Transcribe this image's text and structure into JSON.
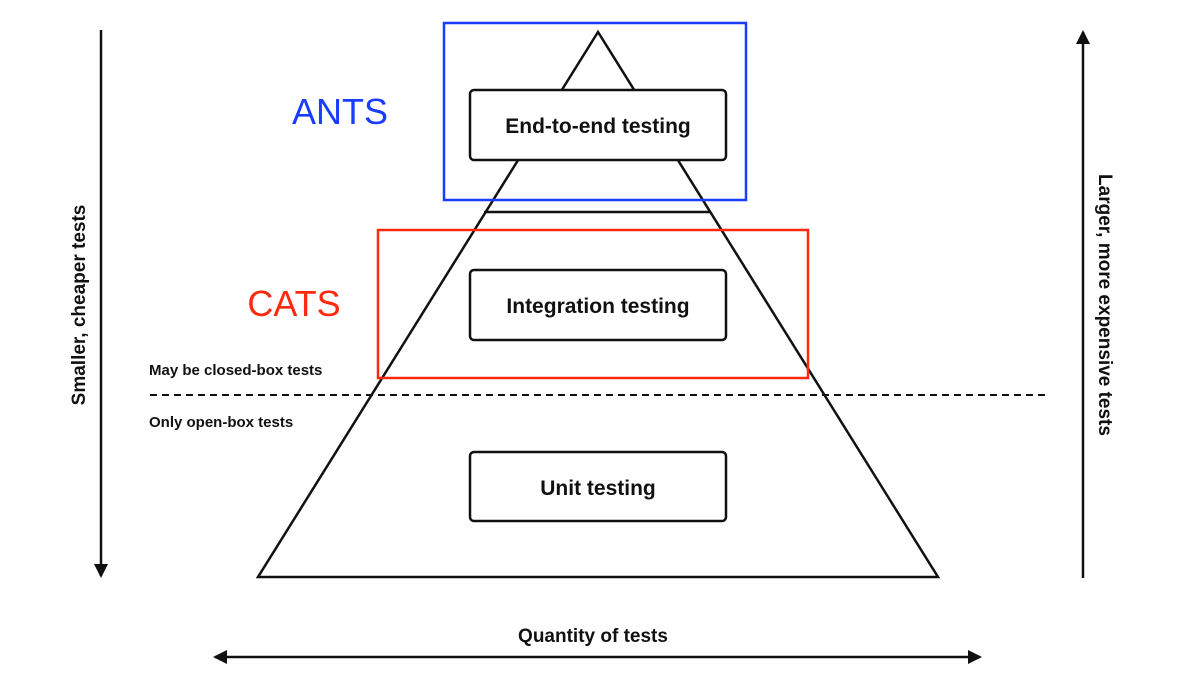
{
  "pyramid": {
    "levels": [
      {
        "label": "End-to-end testing"
      },
      {
        "label": "Integration testing"
      },
      {
        "label": "Unit testing"
      }
    ]
  },
  "groups": {
    "ants": {
      "label": "ANTS",
      "color": "#1a3cff"
    },
    "cats": {
      "label": "CATS",
      "color": "#ff2a0e"
    }
  },
  "boundary": {
    "above": "May be closed-box tests",
    "below": "Only open-box tests"
  },
  "axes": {
    "left": "Smaller, cheaper tests",
    "right": "Larger, more expensive tests",
    "bottom": "Quantity of tests"
  }
}
